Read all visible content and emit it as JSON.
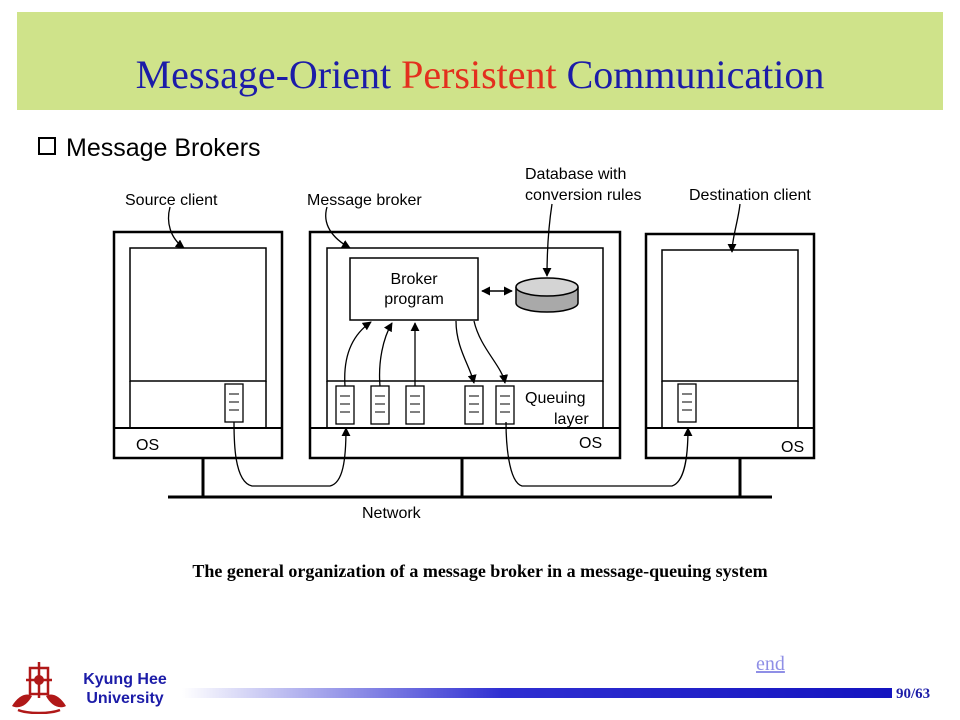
{
  "slide": {
    "title_part1": "Message-Orient ",
    "title_accent": "Persistent",
    "title_part2": " Communication",
    "accent_color": "#e3301e",
    "title_color": "#1c1ca8",
    "header_bg": "#cfe38a",
    "bullet": "Message Brokers",
    "caption": "The general organization of a message broker in a message-queuing system",
    "end_link": "end",
    "page_number": "90/63"
  },
  "diagram": {
    "source_client": "Source client",
    "message_broker": "Message broker",
    "database_line1": "Database with",
    "database_line2": "conversion rules",
    "destination_client": "Destination client",
    "broker_line1": "Broker",
    "broker_line2": "program",
    "queuing_line1": "Queuing",
    "queuing_line2": "layer",
    "os_label": "OS",
    "network": "Network"
  },
  "footer": {
    "university_line1": "Kyung Hee",
    "university_line2": "University",
    "logo_icon": "kyung-hee-university-logo-icon"
  }
}
